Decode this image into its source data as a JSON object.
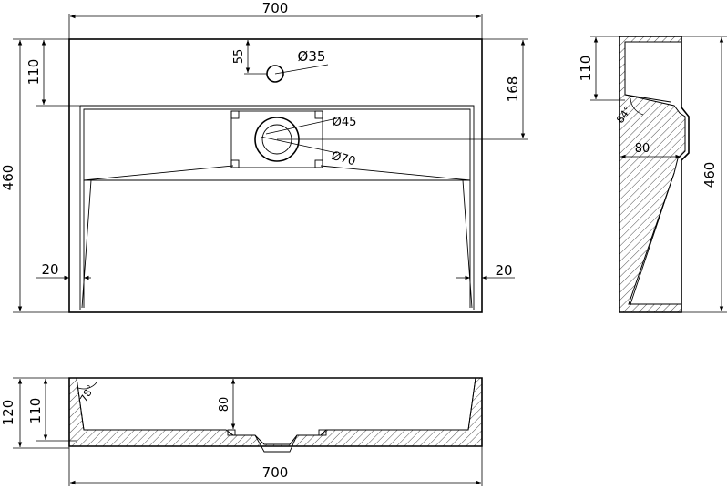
{
  "top_view": {
    "dims": {
      "width": "700",
      "height": "460",
      "tap_offset": "110",
      "tap_from_top": "55",
      "tap_diameter": "Ø35",
      "drain_from_basin": "168",
      "drain_inner_diameter": "Ø45",
      "drain_outer_diameter": "Ø70",
      "wall_left": "20",
      "wall_right": "20"
    }
  },
  "side_view": {
    "dims": {
      "rim_height": "110",
      "angle": "84°",
      "depth": "80",
      "height": "460"
    }
  },
  "front_view": {
    "dims": {
      "total_height": "120",
      "rim_height": "110",
      "angle": "78°",
      "depth": "80",
      "width": "700"
    }
  }
}
